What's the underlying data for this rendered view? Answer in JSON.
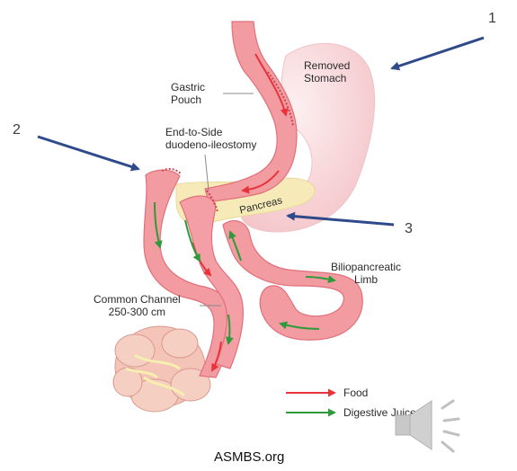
{
  "labels": {
    "removed_stomach": [
      "Removed",
      "Stomach"
    ],
    "gastric_pouch": [
      "Gastric",
      "Pouch"
    ],
    "duodeno_ileostomy": [
      "End-to-Side",
      "duodeno-ileostomy"
    ],
    "pancreas": "Pancreas",
    "biliopancreatic_limb": [
      "Biliopancreatic",
      "Limb"
    ],
    "common_channel": [
      "Common Channel",
      "250-300 cm"
    ]
  },
  "callouts": {
    "one": "1",
    "two": "2",
    "three": "3"
  },
  "legend": {
    "food": "Food",
    "digestive": "Digestive Juices"
  },
  "credit": "ASMBS.org",
  "colors": {
    "intestine": "#f29ba1",
    "intestine_dark": "#e0707a",
    "stomach": "#f9d9db",
    "pancreas": "#f6ebb8",
    "colon": "#f3c4b7",
    "food_arrow": "#e8333a",
    "juice_arrow": "#2e9a3a",
    "pointer_arrow": "#2f4a8a"
  },
  "icons": {
    "speaker": "speaker-icon"
  }
}
